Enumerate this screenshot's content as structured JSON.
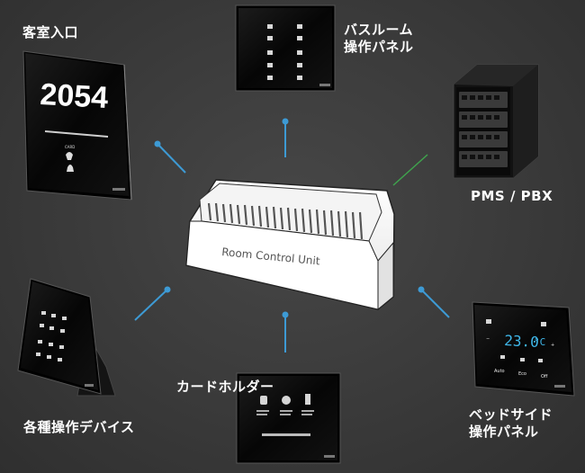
{
  "labels": {
    "guest_room_entrance": "客室入口",
    "bathroom_panel_line1": "バスルーム",
    "bathroom_panel_line2": "操作パネル",
    "pms_pbx": "PMS / PBX",
    "various_devices": "各種操作デバイス",
    "card_holder": "カードホルダー",
    "bedside_panel_line1": "ベッドサイド",
    "bedside_panel_line2": "操作パネル"
  },
  "rcu": {
    "label": "Room Control Unit"
  },
  "door_panel": {
    "room_number": "2054",
    "card_text": "CARD"
  },
  "bedside": {
    "temperature": "23.0",
    "unit": "°C",
    "auto_label": "Auto",
    "eco_label": "Eco",
    "off_label": "Off"
  },
  "colors": {
    "connector_blue": "#3d9ad4",
    "connector_green": "#3fa34d"
  }
}
